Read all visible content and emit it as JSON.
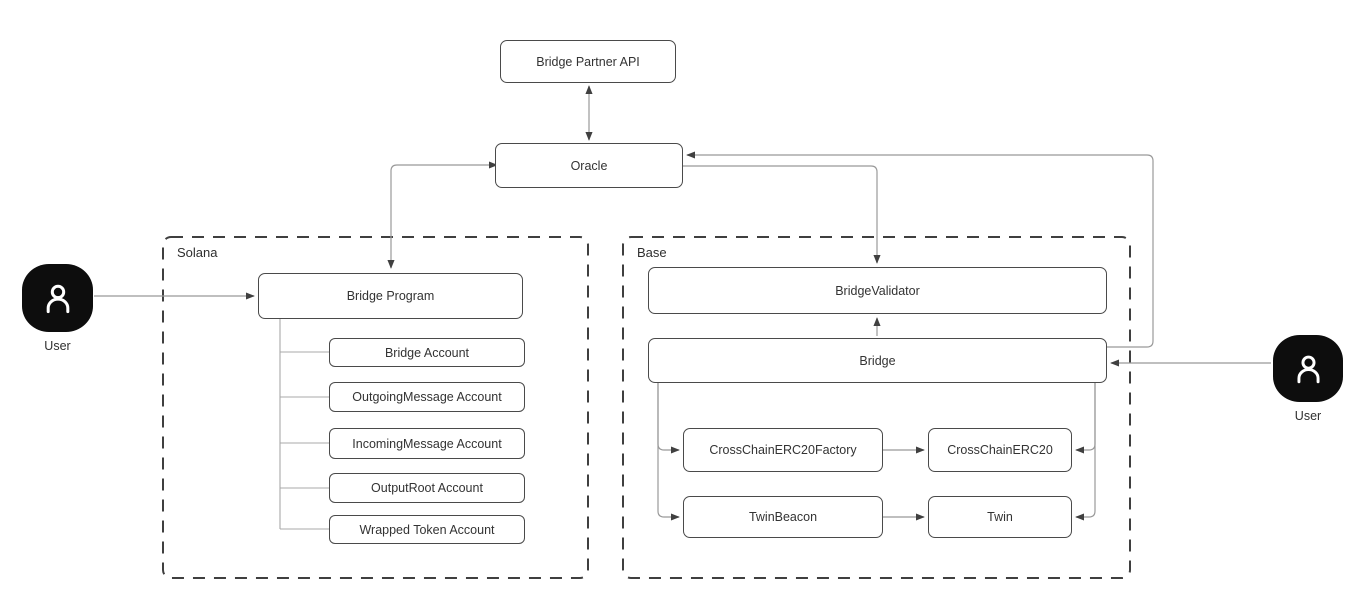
{
  "containers": {
    "solana": {
      "label": "Solana"
    },
    "base": {
      "label": "Base"
    }
  },
  "nodes": {
    "bridge_partner_api": {
      "label": "Bridge Partner API"
    },
    "oracle": {
      "label": "Oracle"
    },
    "bridge_program": {
      "label": "Bridge Program"
    },
    "bridge_account": {
      "label": "Bridge Account"
    },
    "outgoing_message_account": {
      "label": "OutgoingMessage Account"
    },
    "incoming_message_account": {
      "label": "IncomingMessage Account"
    },
    "output_root_account": {
      "label": "OutputRoot Account"
    },
    "wrapped_token_account": {
      "label": "Wrapped Token Account"
    },
    "bridge_validator": {
      "label": "BridgeValidator"
    },
    "bridge": {
      "label": "Bridge"
    },
    "cross_chain_erc20_factory": {
      "label": "CrossChainERC20Factory"
    },
    "cross_chain_erc20": {
      "label": "CrossChainERC20"
    },
    "twin_beacon": {
      "label": "TwinBeacon"
    },
    "twin": {
      "label": "Twin"
    }
  },
  "actors": {
    "user_left": {
      "label": "User",
      "icon": "user-icon"
    },
    "user_right": {
      "label": "User",
      "icon": "user-icon"
    }
  },
  "edges": [
    {
      "from": "bridge_partner_api",
      "to": "oracle",
      "bidirectional": true
    },
    {
      "from": "oracle",
      "to": "bridge_program",
      "bidirectional": true
    },
    {
      "from": "oracle",
      "to": "bridge_validator",
      "bidirectional": false
    },
    {
      "from": "bridge",
      "to": "bridge_validator",
      "bidirectional": false
    },
    {
      "from": "bridge",
      "to": "oracle",
      "bidirectional": false
    },
    {
      "from": "user_left",
      "to": "bridge_program",
      "bidirectional": false
    },
    {
      "from": "user_right",
      "to": "bridge",
      "bidirectional": false
    },
    {
      "from": "bridge_program",
      "to": "bridge_account",
      "style": "tree"
    },
    {
      "from": "bridge_program",
      "to": "outgoing_message_account",
      "style": "tree"
    },
    {
      "from": "bridge_program",
      "to": "incoming_message_account",
      "style": "tree"
    },
    {
      "from": "bridge_program",
      "to": "output_root_account",
      "style": "tree"
    },
    {
      "from": "bridge_program",
      "to": "wrapped_token_account",
      "style": "tree"
    },
    {
      "from": "bridge",
      "to": "cross_chain_erc20_factory",
      "bidirectional": false
    },
    {
      "from": "bridge",
      "to": "twin_beacon",
      "bidirectional": false
    },
    {
      "from": "bridge",
      "to": "cross_chain_erc20",
      "bidirectional": false
    },
    {
      "from": "bridge",
      "to": "twin",
      "bidirectional": false
    },
    {
      "from": "cross_chain_erc20_factory",
      "to": "cross_chain_erc20",
      "bidirectional": false
    },
    {
      "from": "twin_beacon",
      "to": "twin",
      "bidirectional": false
    }
  ],
  "colors": {
    "canvas_bg": "#ffffff",
    "node_bg": "#ffffff",
    "node_border": "#4a4a4a",
    "container_border": "#3f3f3f",
    "edge_line": "#999999",
    "arrowhead": "#404040",
    "text": "#333333",
    "actor_bg": "#0d0d0d",
    "actor_icon": "#ffffff"
  }
}
